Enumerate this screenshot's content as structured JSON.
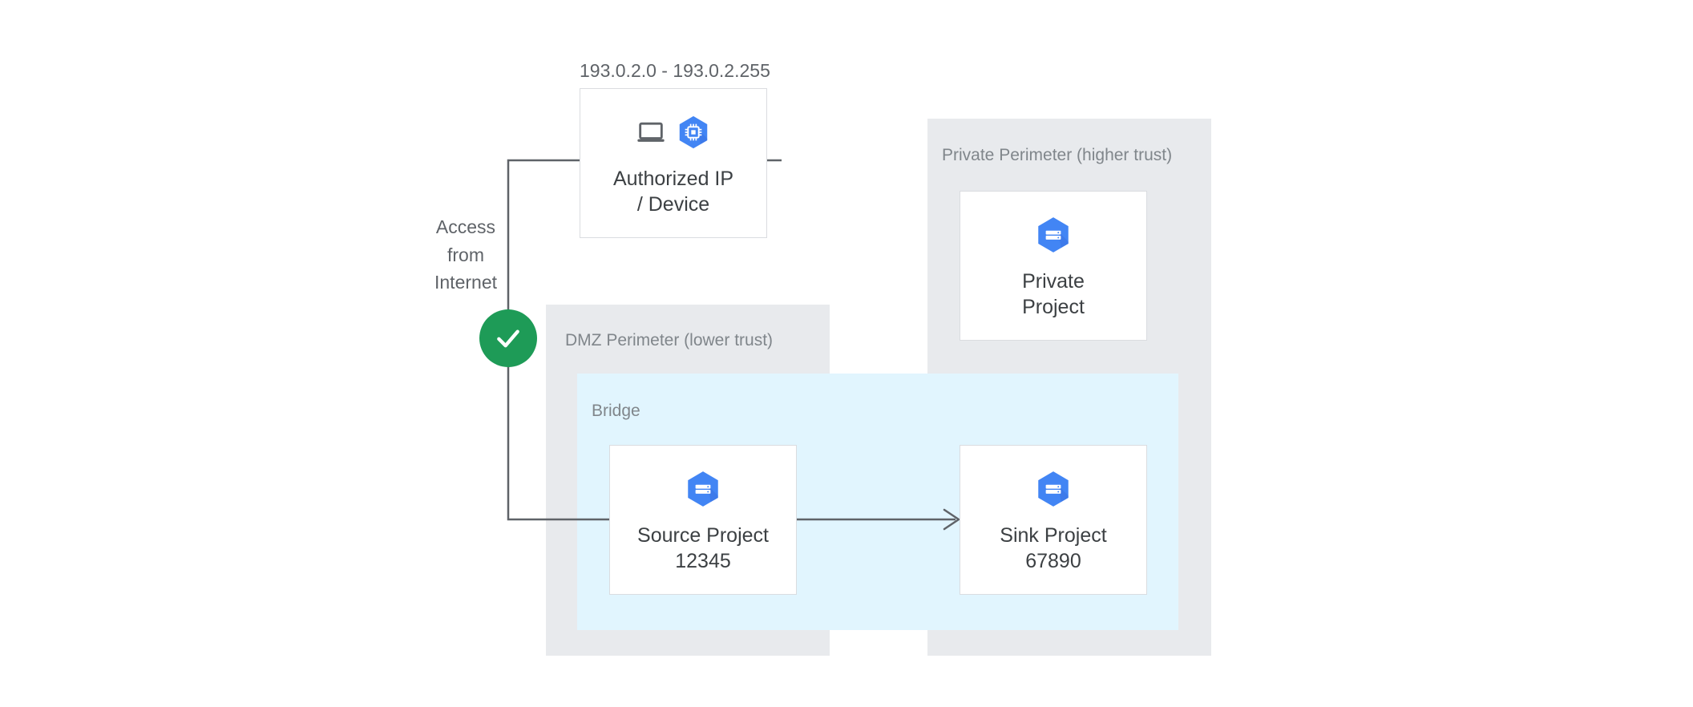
{
  "diagram": {
    "title_caption": "193.0.2.0 - 193.0.2.255",
    "access_label": "Access\nfrom\nInternet",
    "colors": {
      "perimeter_fill": "#e8eaed",
      "bridge_fill": "#e1f5fe",
      "node_border": "#dadce0",
      "node_fill": "#ffffff",
      "icon_blue": "#4285f4",
      "check_green": "#1e9b57",
      "connector_grey": "#5f6368",
      "label_grey": "#80868b",
      "text_grey": "#3c4043"
    },
    "perimeters": [
      {
        "id": "dmz",
        "label": "DMZ Perimeter (lower trust)"
      },
      {
        "id": "private",
        "label": "Private Perimeter (higher trust)"
      }
    ],
    "bridge": {
      "label": "Bridge"
    },
    "nodes": [
      {
        "id": "authorized-device",
        "label": "Authorized IP\n/ Device",
        "icons": [
          "laptop-icon",
          "compute-instance-hexagon-icon"
        ]
      },
      {
        "id": "private-project",
        "label": "Private\nProject",
        "icons": [
          "project-hexagon-icon"
        ]
      },
      {
        "id": "source-project",
        "label": "Source Project\n12345",
        "icons": [
          "project-hexagon-icon"
        ]
      },
      {
        "id": "sink-project",
        "label": "Sink Project\n67890",
        "icons": [
          "project-hexagon-icon"
        ]
      }
    ],
    "badges": [
      {
        "id": "allowed-check",
        "icon": "check-circle-icon",
        "meaning": "allowed"
      }
    ]
  }
}
